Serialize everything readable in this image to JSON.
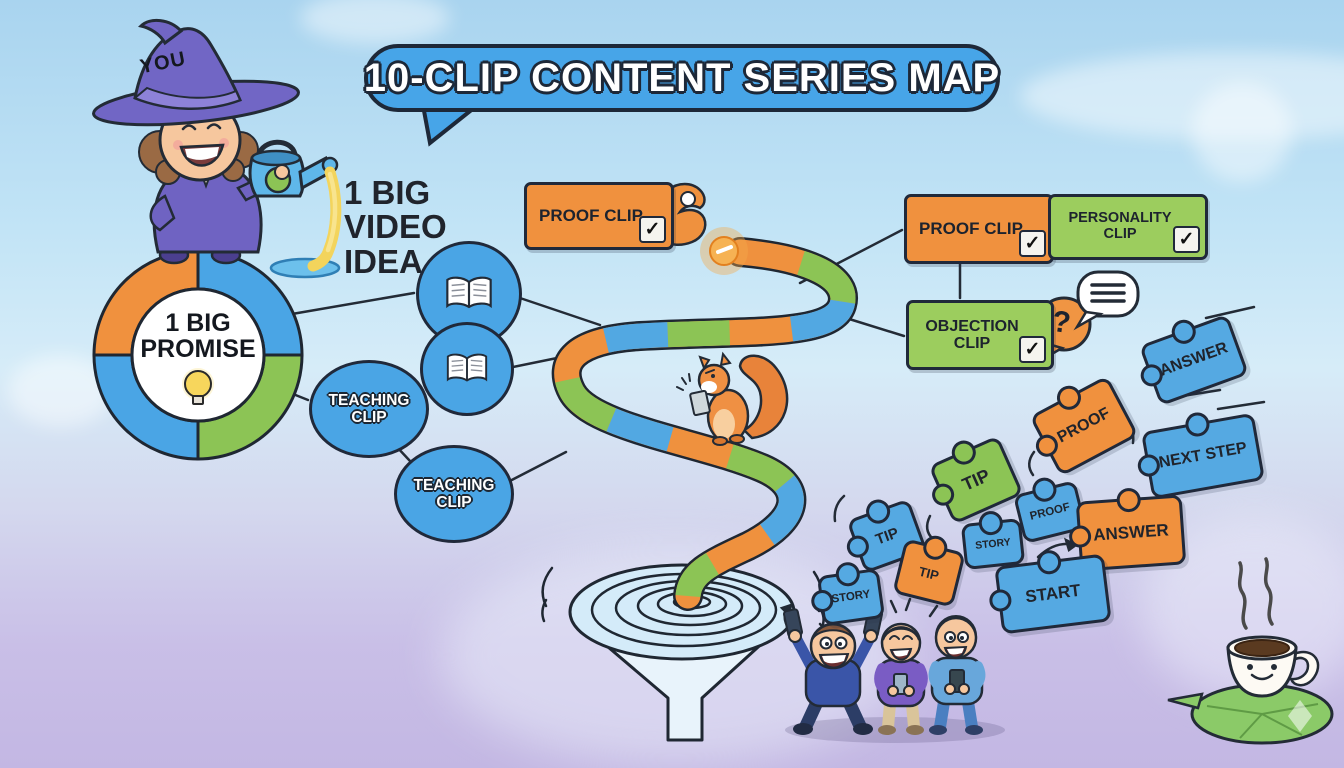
{
  "title": {
    "text": "10-CLIP CONTENT SERIES MAP"
  },
  "wizard": {
    "hat_label": "YOU"
  },
  "promise": {
    "line1": "1 BIG",
    "line2": "PROMISE"
  },
  "idea_label": "1 BIG VIDEO IDEA",
  "icons": {
    "check": "✓",
    "question": "?"
  },
  "clip_boxes": {
    "proof_left": {
      "label": "PROOF CLIP",
      "color": "#f0913e",
      "checked": true
    },
    "proof_right": {
      "label": "PROOF CLIP",
      "color": "#f0913e",
      "checked": true
    },
    "personality": {
      "label": "PERSONALITY CLIP",
      "color": "#9ccd5e",
      "checked": true
    },
    "objection": {
      "label": "OBJECTION CLIP",
      "color": "#9ccd5e",
      "checked": true
    }
  },
  "teaching": {
    "clip1": "TEACHING CLIP",
    "clip2": "TEACHING CLIP"
  },
  "puzzles": [
    {
      "label": "ANSWER",
      "color": "#55a9e2"
    },
    {
      "label": "NEXT STEP",
      "color": "#55a9e2"
    },
    {
      "label": "PROOF",
      "color": "#f0913e"
    },
    {
      "label": "TIP",
      "color": "#8cc455"
    },
    {
      "label": "TIP",
      "color": "#55a9e2"
    },
    {
      "label": "PROOF",
      "color": "#55a9e2"
    },
    {
      "label": "STORY",
      "color": "#55a9e2"
    },
    {
      "label": "ANSWER",
      "color": "#f0913e"
    },
    {
      "label": "TIP",
      "color": "#f0913e"
    },
    {
      "label": "STORY",
      "color": "#55a9e2"
    },
    {
      "label": "START",
      "color": "#55a9e2"
    }
  ],
  "colors": {
    "path_orange": "#ef913e",
    "path_green": "#8cc455",
    "path_blue": "#52a8e2",
    "title_blue": "#47a5e8",
    "node_blue": "#4aa5e5",
    "sky_top": "#a9d4ef",
    "lavender_bottom": "#c3b7e3",
    "outline": "#20293a"
  }
}
